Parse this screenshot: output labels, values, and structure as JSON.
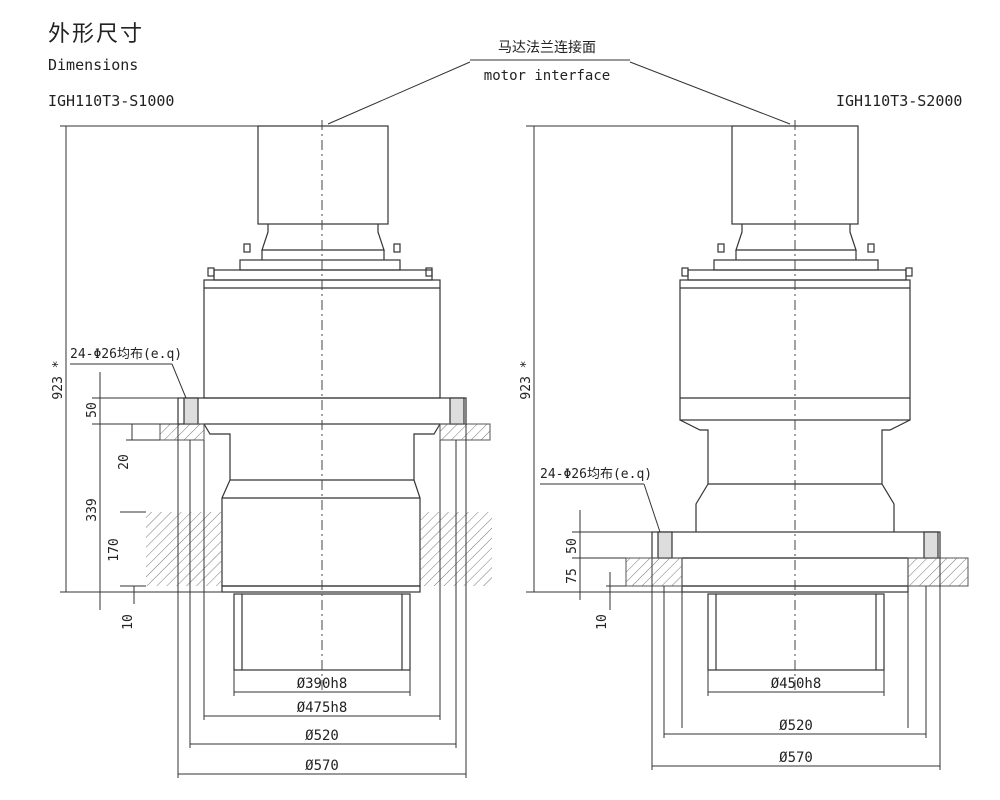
{
  "header": {
    "title_cn": "外形尺寸",
    "title_en": "Dimensions"
  },
  "callout": {
    "cn": "马达法兰连接面",
    "en": "motor interface"
  },
  "left": {
    "model": "IGH110T3-S1000",
    "hole_note": "24-Φ26均布(e.q)",
    "dims_vertical": {
      "overall": "923 *",
      "d50": "50",
      "d20": "20",
      "d339": "339",
      "d170": "170",
      "d10": "10"
    },
    "dims_diameter": [
      "Ø390h8",
      "Ø475h8",
      "Ø520",
      "Ø570"
    ]
  },
  "right": {
    "model": "IGH110T3-S2000",
    "hole_note": "24-Φ26均布(e.q)",
    "dims_vertical": {
      "overall": "923 *",
      "d50": "50",
      "d75": "75",
      "d10": "10"
    },
    "dims_diameter": [
      "Ø450h8",
      "Ø520",
      "Ø570"
    ]
  }
}
